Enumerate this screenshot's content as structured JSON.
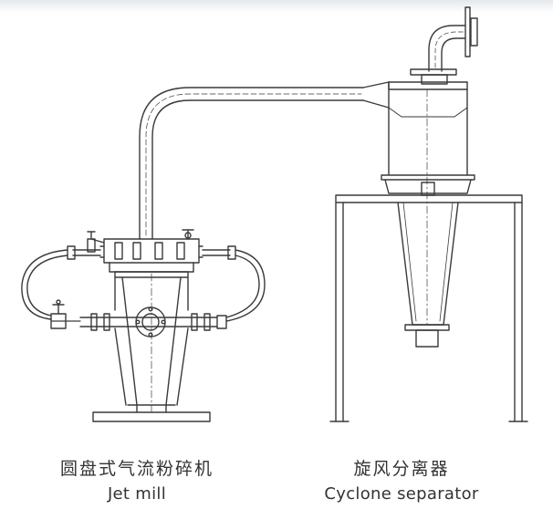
{
  "captions": {
    "jet_mill": {
      "zh": "圆盘式气流粉碎机",
      "en": "Jet mill"
    },
    "cyclone": {
      "zh": "旋风分离器",
      "en": "Cyclone separator"
    }
  },
  "colors": {
    "line": "#3a3a3a",
    "background": "#ffffff",
    "text": "#333333"
  }
}
